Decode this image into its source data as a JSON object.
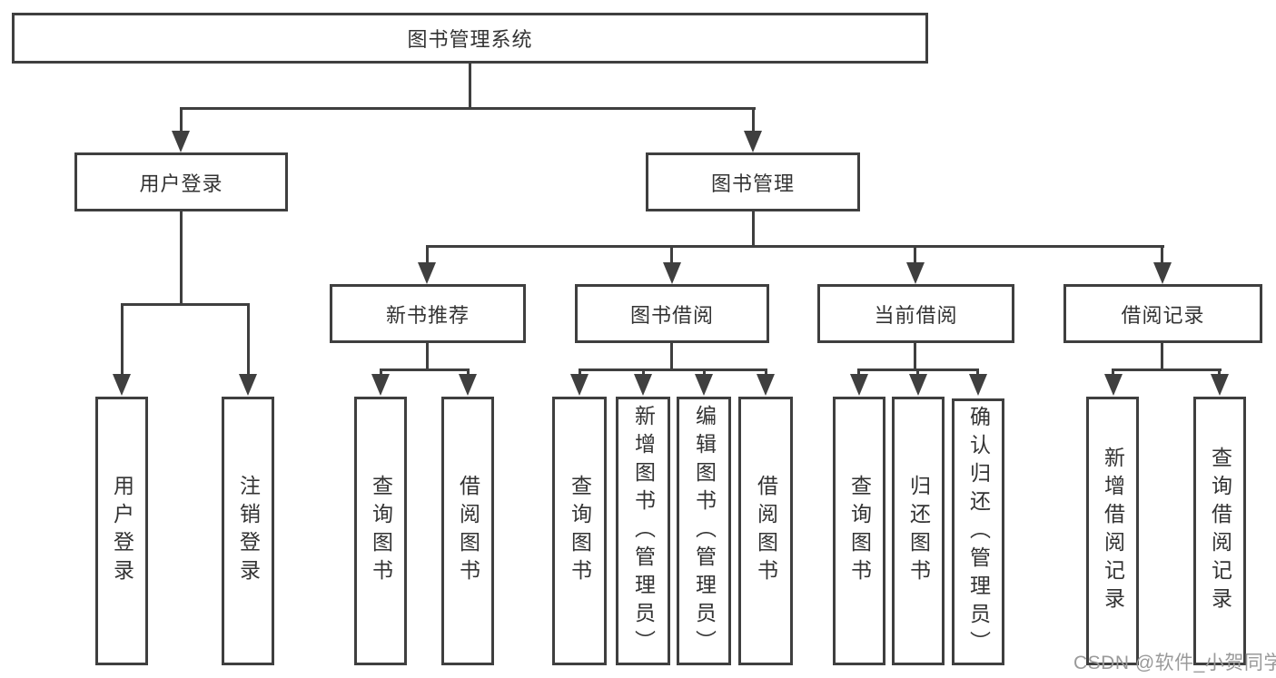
{
  "tree": {
    "label": "图书管理系统",
    "children": [
      {
        "label": "用户登录",
        "children": [
          {
            "label": "用户登录"
          },
          {
            "label": "注销登录"
          }
        ]
      },
      {
        "label": "图书管理",
        "children": [
          {
            "label": "新书推荐",
            "children": [
              {
                "label": "查询图书"
              },
              {
                "label": "借阅图书"
              }
            ]
          },
          {
            "label": "图书借阅",
            "children": [
              {
                "label": "查询图书"
              },
              {
                "label": "新增图书（管理员）"
              },
              {
                "label": "编辑图书（管理员）"
              },
              {
                "label": "借阅图书"
              }
            ]
          },
          {
            "label": "当前借阅",
            "children": [
              {
                "label": "查询图书"
              },
              {
                "label": "归还图书"
              },
              {
                "label": "确认归还（管理员）"
              }
            ]
          },
          {
            "label": "借阅记录",
            "children": [
              {
                "label": "新增借阅记录"
              },
              {
                "label": "查询借阅记录"
              }
            ]
          }
        ]
      }
    ]
  },
  "watermark": {
    "text": "CSDN @软件_小贺同学"
  },
  "colors": {
    "line": "#3f3f3f",
    "text": "#333333",
    "watermark": "#9a9a9a",
    "background": "#ffffff"
  }
}
